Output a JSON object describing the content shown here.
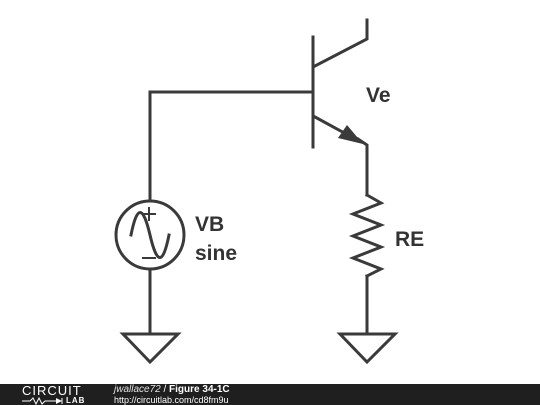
{
  "labels": {
    "emitter_node": "Ve",
    "source_name": "VB",
    "source_type": "sine",
    "resistor": "RE"
  },
  "source_polarity": {
    "plus": "+",
    "minus": "−"
  },
  "footer": {
    "logo_top": "CIRCUIT",
    "logo_bottom": "LAB",
    "author": "jwallace72",
    "separator": " / ",
    "title": "Figure 34-1C",
    "url": "http://circuitlab.com/cd8fm9u"
  },
  "colors": {
    "wire": "#3a3a3a",
    "label": "#333333",
    "footer_bg": "#1f1f1f",
    "footer_text": "#ffffff"
  }
}
